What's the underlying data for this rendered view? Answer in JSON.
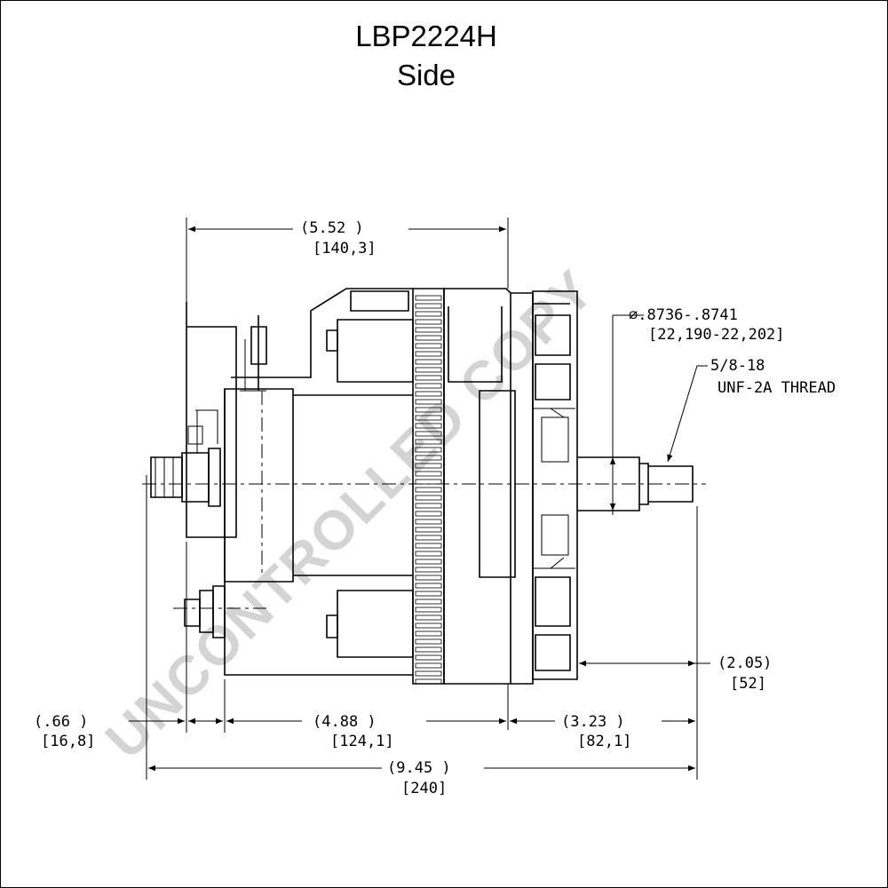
{
  "title": "LBP2224H",
  "subtitle": "Side",
  "watermark": "UNCONTROLLED COPY",
  "dimensions": {
    "top_inch": "(5.52     )",
    "top_mm": "[140,3]",
    "shaft_dia_inch": "∅.8736-.8741",
    "shaft_dia_mm": "[22,190-22,202]",
    "thread_size": "5/8-18",
    "thread_spec": "UNF-2A THREAD",
    "right_inch": "(2.05)",
    "right_mm": "[52]",
    "left_inch": "(.66    )",
    "left_mm": "[16,8]",
    "mid_inch": "(4.88     )",
    "mid_mm": "[124,1]",
    "shaft_len_inch": "(3.23   )",
    "shaft_len_mm": "[82,1]",
    "overall_inch": "(9.45 )",
    "overall_mm": "[240]"
  }
}
